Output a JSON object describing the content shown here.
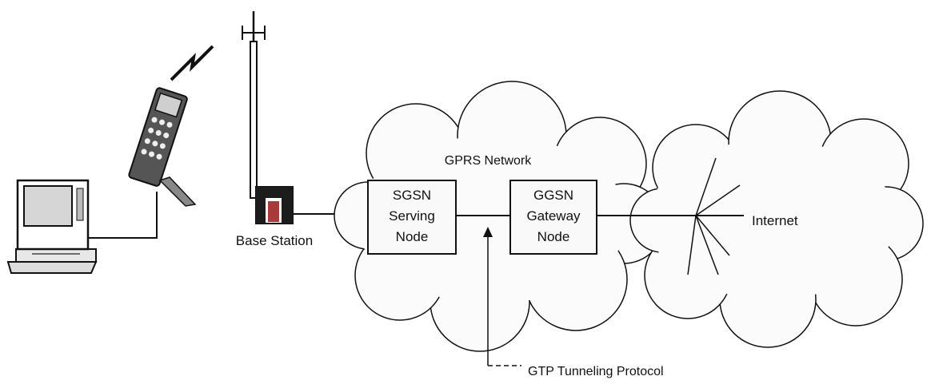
{
  "labels": {
    "base_station": "Base Station",
    "gprs_network": "GPRS Network",
    "sgsn_name": "SGSN",
    "sgsn_line1": "Serving",
    "sgsn_line2": "Node",
    "ggsn_name": "GGSN",
    "ggsn_line1": "Gateway",
    "ggsn_line2": "Node",
    "internet": "Internet",
    "gtp": "GTP Tunneling Protocol"
  },
  "colors": {
    "stroke": "#111111",
    "cloud_fill": "#fbfbfb",
    "box_fill": "#f9f9f9",
    "screen": "#d6d6d6",
    "phone_body": "#555555",
    "station_dark": "#1c1c1c",
    "station_red": "#a83a3a"
  }
}
